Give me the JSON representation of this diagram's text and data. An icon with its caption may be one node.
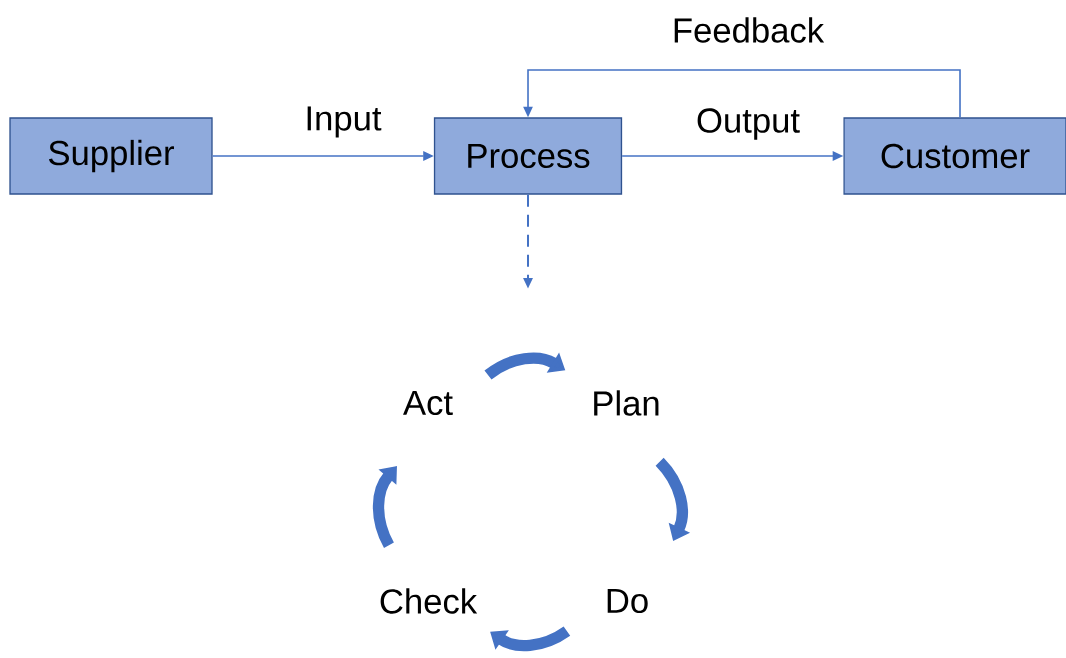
{
  "diagram": {
    "nodes": [
      {
        "text": [
          "Supplier"
        ]
      },
      {
        "text": [
          "Process"
        ]
      },
      {
        "text": [
          "Customer"
        ]
      },
      {
        "text": [
          "Act"
        ]
      },
      {
        "text": [
          "Plan"
        ]
      },
      {
        "text": [
          "Do"
        ]
      },
      {
        "text": [
          "Check"
        ]
      }
    ],
    "edges": [
      {
        "from": 0,
        "to": 1,
        "arrow": "to",
        "label": "Input"
      },
      {
        "from": 1,
        "to": 2,
        "arrow": "to",
        "label": "Output"
      },
      {
        "from": 2,
        "to": 1,
        "arrow": "to",
        "label": "Feedback"
      },
      {
        "from": 1,
        "to": null,
        "arrow": "to",
        "style": "dashed"
      },
      {
        "from": 3,
        "to": 4,
        "arrow": "to",
        "style": "thick"
      },
      {
        "from": 4,
        "to": 5,
        "arrow": "to",
        "style": "thick"
      },
      {
        "from": 5,
        "to": 6,
        "arrow": "to",
        "style": "thick"
      },
      {
        "from": 6,
        "to": 3,
        "arrow": "to",
        "style": "thick"
      }
    ]
  }
}
